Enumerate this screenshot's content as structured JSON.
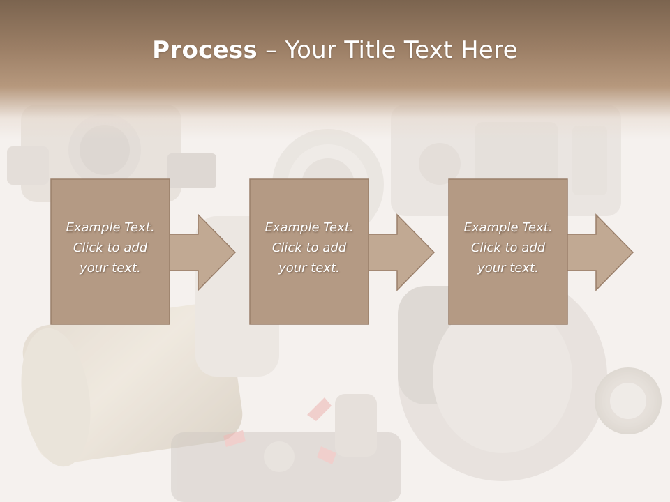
{
  "slide": {
    "title_bold": "Process",
    "title_rest": " – Your Title Text Here",
    "steps": [
      {
        "line1": "Example Text.",
        "line2": "Click  to add",
        "line3": "your text."
      },
      {
        "line1": "Example Text.",
        "line2": "Click  to add",
        "line3": "your text."
      },
      {
        "line1": "Example Text.",
        "line2": "Click  to add",
        "line3": "your text."
      }
    ]
  },
  "colors": {
    "header_dark": "#7b644f",
    "box_fill": "#b49a84",
    "arrow_fill": "#c1a993",
    "box_border": "#9a7f6a"
  },
  "icons": [
    "auto-parts-photo",
    "right-arrow-icon"
  ]
}
